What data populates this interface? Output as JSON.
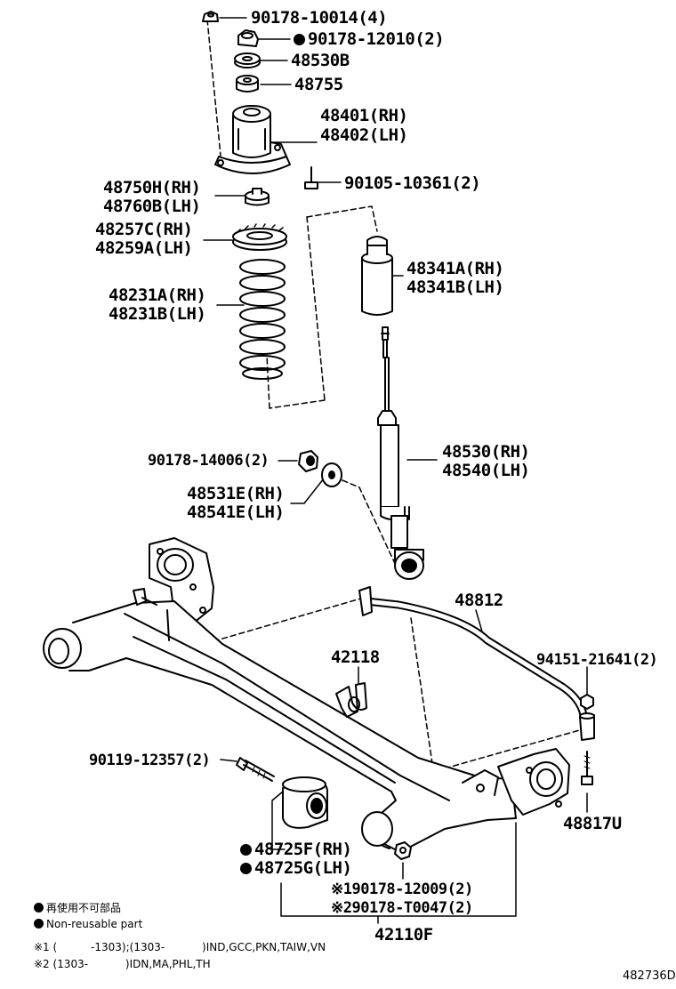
{
  "diagram_id": "482736D",
  "parts": {
    "p1": "90178-10014(4)",
    "p2": "90178-12010(2)",
    "p3": "48530B",
    "p4": "48755",
    "p5a": "48401(RH)",
    "p5b": "48402(LH)",
    "p6": "90105-10361(2)",
    "p7a": "48750H(RH)",
    "p7b": "48760B(LH)",
    "p8a": "48257C(RH)",
    "p8b": "48259A(LH)",
    "p9a": "48341A(RH)",
    "p9b": "48341B(LH)",
    "p10a": "48231A(RH)",
    "p10b": "48231B(LH)",
    "p11": "90178-14006(2)",
    "p12a": "48530(RH)",
    "p12b": "48540(LH)",
    "p13a": "48531E(RH)",
    "p13b": "48541E(LH)",
    "p14": "48812",
    "p15": "42118",
    "p16": "94151-21641(2)",
    "p17": "90119-12357(2)",
    "p18": "48817U",
    "p19a": "48725F(RH)",
    "p19b": "48725G(LH)",
    "p20_mark": "※1",
    "p20": "90178-12009(2)",
    "p21_mark": "※2",
    "p21": "90178-T0047(2)",
    "p22": "42110F"
  },
  "legend": {
    "jp": "再使用不可部品",
    "en": "Non-reusable part"
  },
  "footnotes": {
    "n1_mark": "※1",
    "n1_open": "(",
    "n1_range": "-1303);(1303-",
    "n1_close": ")IND,GCC,PKN,TAIW,VN",
    "n2_mark": "※2",
    "n2_range": "(1303-",
    "n2_close": ")IDN,MA,PHL,TH"
  }
}
